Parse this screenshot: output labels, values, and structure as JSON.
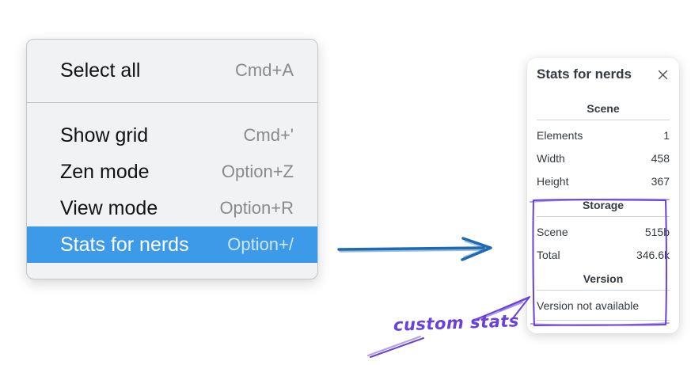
{
  "colors": {
    "highlight": "#3d9ae8",
    "menu-bg": "#f1f2f3",
    "menu-border": "#c5c6c8",
    "shortcut-gray": "#8a8a8a",
    "arrow-blue": "#1e6bb2",
    "purple": "#6741d9",
    "panel-text": "#343a40",
    "rule-gray": "#ccd3da"
  },
  "menu": {
    "groups": [
      {
        "items": [
          {
            "label": "Select all",
            "shortcut": "Cmd+A"
          }
        ]
      },
      {
        "items": [
          {
            "label": "Show grid",
            "shortcut": "Cmd+'"
          },
          {
            "label": "Zen mode",
            "shortcut": "Option+Z"
          },
          {
            "label": "View mode",
            "shortcut": "Option+R"
          },
          {
            "label": "Stats for nerds",
            "shortcut": "Option+/",
            "highlighted": true
          }
        ]
      }
    ]
  },
  "stats_panel": {
    "title": "Stats for nerds",
    "sections": [
      {
        "heading": "Scene",
        "rows": [
          {
            "label": "Elements",
            "value": "1"
          },
          {
            "label": "Width",
            "value": "458"
          },
          {
            "label": "Height",
            "value": "367"
          }
        ]
      },
      {
        "heading": "Storage",
        "rows": [
          {
            "label": "Scene",
            "value": "515b"
          },
          {
            "label": "Total",
            "value": "346.6k"
          }
        ]
      },
      {
        "heading": "Version",
        "note": "Version not available"
      }
    ]
  },
  "annotation": {
    "label": "custom stats"
  }
}
